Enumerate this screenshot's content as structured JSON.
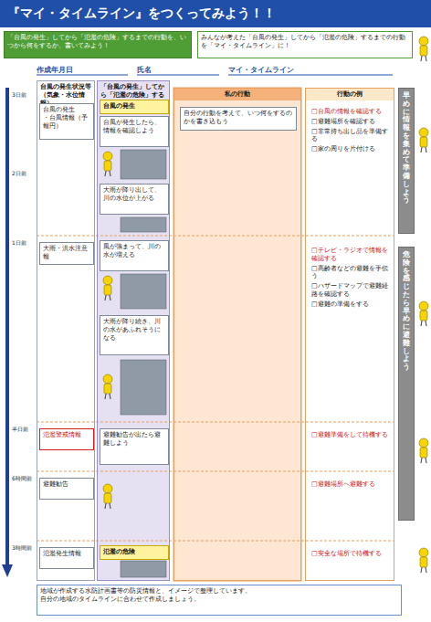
{
  "diagram": {
    "title": "『マイ・タイムライン』をつくってみよう！！",
    "nodes": [
      {
        "text": [
          "「台風の発生」してから「氾濫の危険」するまでの行動を、いつから何をするか、書いてみよう！"
        ]
      },
      {
        "text": [
          "みんなが考えた「台風の発生」してから「氾濫の危険」するまでの行動を「マイ・タイムライン」に！"
        ]
      },
      {
        "text": [
          "台風の発生状況等（気象・水位情報）"
        ]
      },
      {
        "text": [
          "台風の発生",
          "・台風情報（予報円）"
        ],
        "in": 2
      },
      {
        "text": [
          "大雨・洪水注意報"
        ],
        "in": 2
      },
      {
        "text": [
          "氾濫警戒情報"
        ],
        "in": 2
      },
      {
        "text": [
          "避難勧告"
        ],
        "in": 2
      },
      {
        "text": [
          "氾濫発生情報"
        ],
        "in": 2
      },
      {
        "text": [
          "「台風の発生」してから「氾濫の危険」するまで"
        ]
      },
      {
        "text": [
          "台風の発生"
        ],
        "in": 8
      },
      {
        "text": [
          "台風が発生したら、情報を確認しよう"
        ],
        "in": 8
      },
      {
        "text": [
          "大雨が降り出して、川の水位が上がる"
        ],
        "in": 8
      },
      {
        "text": [
          "風が強まって、川の水が増える"
        ],
        "in": 8
      },
      {
        "text": [
          "大雨が降り続き、川の水があふれそうになる"
        ],
        "in": 8
      },
      {
        "text": [
          "避難勧告が出たら避難しよう"
        ],
        "in": 8
      },
      {
        "text": [
          "氾濫の危険"
        ],
        "in": 8
      },
      {
        "text": [
          "私の行動"
        ]
      },
      {
        "text": [
          "自分の行動を考えて、いつ何をするのかを書き込もう"
        ],
        "in": 16
      },
      {
        "text": [
          "行動の例"
        ]
      },
      {
        "text": [
          "□台風の情報を確認する",
          "□避難場所を確認する",
          "□非常持ち出し品を準備する",
          "□家の周りを片付ける"
        ],
        "in": 18
      },
      {
        "text": [
          "□テレビ・ラジオで情報を確認する",
          "□高齢者などの避難を手伝う",
          "□ハザードマップで避難経路を確認する",
          "□避難の準備をする"
        ],
        "in": 18
      },
      {
        "text": [
          "□避難準備をして待機する"
        ],
        "in": 18
      },
      {
        "text": [
          "□避難場所へ避難する"
        ],
        "in": 18
      },
      {
        "text": [
          "□安全な場所で待機する"
        ],
        "in": 18
      },
      {
        "text": [
          "早めに情報を集めて準備しよう"
        ]
      },
      {
        "text": [
          "危険を感じたら早めに避難しよう"
        ]
      },
      {
        "text": [
          "地域が作成する水防計画書等の防災情報と、イメージで整理しています。",
          "自分の地域のタイムラインに合わせて作成しましょう。"
        ]
      }
    ],
    "labels": [
      "作成年月日",
      "氏名",
      "マイ・タイムライン",
      "3日前",
      "2日前",
      "1日前",
      "半日前",
      "6時間前",
      "3時間前"
    ]
  }
}
